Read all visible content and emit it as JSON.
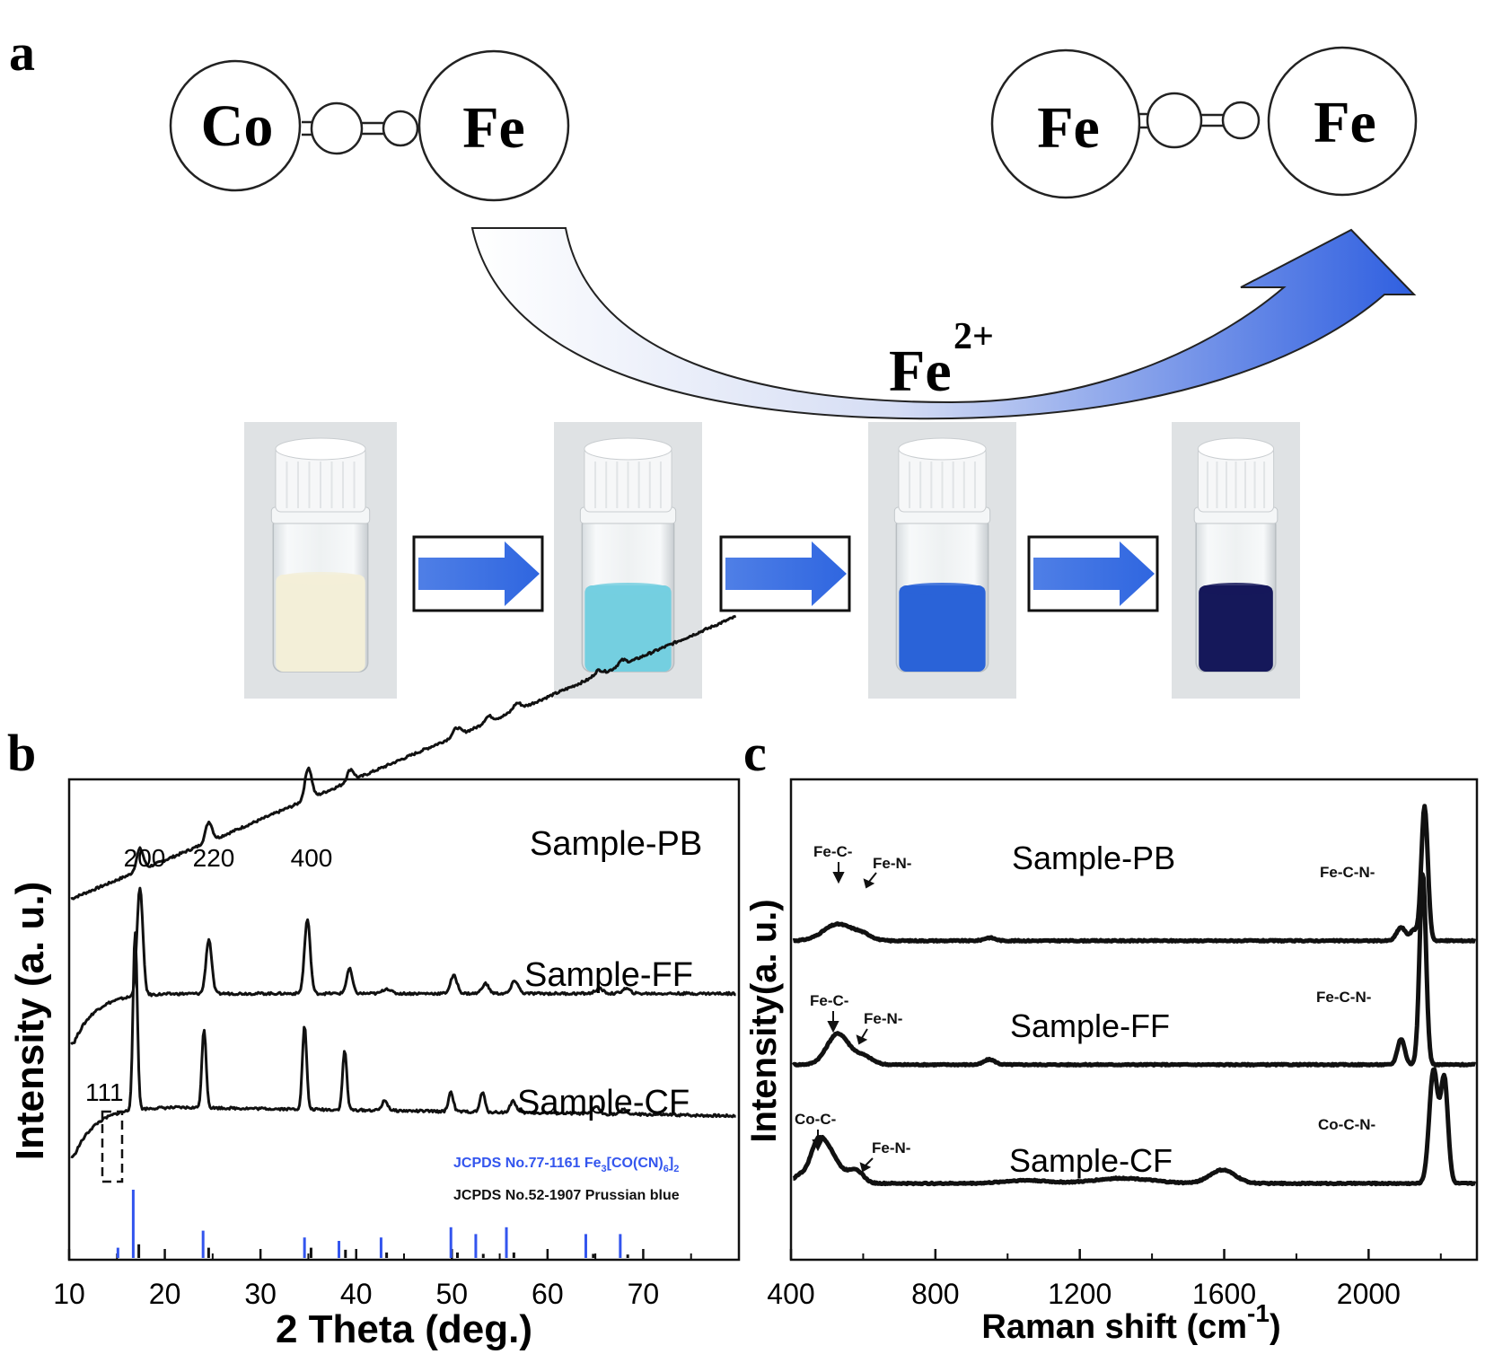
{
  "panel_labels": {
    "a": "a",
    "b": "b",
    "c": "c"
  },
  "scheme": {
    "left_pair": [
      "Co",
      "Fe"
    ],
    "right_pair": [
      "Fe",
      "Fe"
    ],
    "ion_base": "Fe",
    "ion_charge": "2+"
  },
  "vials": [
    {
      "liquid_color": "#f3efd8",
      "tone": "cream"
    },
    {
      "liquid_color": "#74cfe0",
      "tone": "light-blue"
    },
    {
      "liquid_color": "#2a63d8",
      "tone": "blue"
    },
    {
      "liquid_color": "#15185a",
      "tone": "dark-navy"
    }
  ],
  "colors": {
    "arrow_blue": "#3d6fe0",
    "reference_blue": "#3355ee",
    "trace": "#111111"
  },
  "chart_data": [
    {
      "type": "line",
      "xlabel": "2 Theta (deg.)",
      "ylabel": "Intensity (a. u.)",
      "xlim": [
        10,
        80
      ],
      "xticks": [
        10,
        20,
        30,
        40,
        50,
        60,
        70
      ],
      "grid": false,
      "series": [
        {
          "name": "Sample-PB",
          "offset": 2.6,
          "slope": 0.004,
          "baseline": 0.0,
          "peaks": [
            [
              17.4,
              0.22,
              0.35
            ],
            [
              24.6,
              0.2,
              0.35
            ],
            [
              35.0,
              0.32,
              0.35
            ],
            [
              39.4,
              0.12,
              0.35
            ],
            [
              50.5,
              0.08,
              0.4
            ],
            [
              53.8,
              0.06,
              0.4
            ],
            [
              56.8,
              0.07,
              0.4
            ],
            [
              65.3,
              0.05,
              0.4
            ],
            [
              67.8,
              0.05,
              0.4
            ]
          ]
        },
        {
          "name": "Sample-FF",
          "offset": 1.15,
          "slope": 0.0,
          "baseline": 0.5,
          "peaks": [
            [
              17.4,
              1.1,
              0.3
            ],
            [
              24.6,
              0.55,
              0.3
            ],
            [
              34.9,
              0.75,
              0.3
            ],
            [
              39.3,
              0.25,
              0.3
            ],
            [
              43.2,
              0.05,
              0.4
            ],
            [
              50.2,
              0.18,
              0.35
            ],
            [
              53.5,
              0.1,
              0.35
            ],
            [
              56.6,
              0.13,
              0.35
            ],
            [
              65.4,
              0.05,
              0.4
            ],
            [
              68.2,
              0.05,
              0.4
            ]
          ]
        },
        {
          "name": "Sample-CF",
          "offset": 0.0,
          "slope": 0.0,
          "baseline": 0.5,
          "peaks": [
            [
              16.9,
              1.8,
              0.22
            ],
            [
              24.1,
              0.8,
              0.22
            ],
            [
              34.6,
              0.85,
              0.22
            ],
            [
              38.8,
              0.6,
              0.22
            ],
            [
              43.0,
              0.1,
              0.3
            ],
            [
              49.9,
              0.2,
              0.25
            ],
            [
              53.2,
              0.2,
              0.25
            ],
            [
              56.4,
              0.12,
              0.3
            ],
            [
              65.1,
              0.08,
              0.3
            ],
            [
              68.0,
              0.05,
              0.3
            ]
          ]
        }
      ],
      "peak_labels": [
        {
          "text": "200",
          "x": 17.6
        },
        {
          "text": "220",
          "x": 24.9
        },
        {
          "text": "400",
          "x": 35.3
        }
      ],
      "inset_label": "111",
      "reference_legend": [
        {
          "text": "JCPDS No.77-1161 Fe",
          "sub": "3",
          "mid": "[CO(CN)",
          "sub2": "6",
          "tail": "]",
          "sub3": "2",
          "color": "#3355ee"
        },
        {
          "text": "JCPDS No.52-1907 Prussian blue",
          "color": "#111111"
        }
      ],
      "reference_blue": [
        [
          15.1,
          0.15
        ],
        [
          16.7,
          1.0
        ],
        [
          24.0,
          0.4
        ],
        [
          34.6,
          0.3
        ],
        [
          38.2,
          0.25
        ],
        [
          42.6,
          0.3
        ],
        [
          49.9,
          0.45
        ],
        [
          52.5,
          0.35
        ],
        [
          55.7,
          0.45
        ],
        [
          64.0,
          0.35
        ],
        [
          67.6,
          0.35
        ]
      ],
      "reference_black": [
        [
          17.0,
          0.2
        ],
        [
          24.3,
          0.15
        ],
        [
          35.0,
          0.15
        ],
        [
          38.6,
          0.12
        ],
        [
          42.9,
          0.08
        ],
        [
          50.3,
          0.08
        ],
        [
          53.0,
          0.06
        ],
        [
          56.2,
          0.08
        ],
        [
          64.5,
          0.06
        ],
        [
          68.1,
          0.05
        ]
      ]
    },
    {
      "type": "line",
      "xlabel": "Raman shift (cm",
      "xlabel_sup": "-1",
      "xlabel_tail": ")",
      "ylabel": "Intensity(a. u.)",
      "xlim": [
        400,
        2300
      ],
      "xticks": [
        400,
        800,
        1200,
        1600,
        2000
      ],
      "grid": false,
      "series": [
        {
          "name": "Sample-PB",
          "offset": 2.35,
          "peaks": [
            [
              530,
              0.16,
              40
            ],
            [
              600,
              0.05,
              25
            ],
            [
              950,
              0.03,
              15
            ],
            [
              2090,
              0.13,
              12
            ],
            [
              2125,
              0.1,
              10
            ],
            [
              2155,
              1.3,
              9
            ]
          ]
        },
        {
          "name": "Sample-FF",
          "offset": 1.15,
          "peaks": [
            [
              530,
              0.3,
              30
            ],
            [
              600,
              0.08,
              25
            ],
            [
              950,
              0.05,
              15
            ],
            [
              2090,
              0.25,
              10
            ],
            [
              2150,
              1.85,
              9
            ]
          ]
        },
        {
          "name": "Sample-CF",
          "offset": 0.0,
          "peaks": [
            [
              480,
              0.45,
              25
            ],
            [
              580,
              0.12,
              20
            ],
            [
              1050,
              0.03,
              60
            ],
            [
              1320,
              0.05,
              80
            ],
            [
              1595,
              0.13,
              35
            ],
            [
              2180,
              1.1,
              12
            ],
            [
              2210,
              1.0,
              10
            ]
          ]
        }
      ],
      "annotations": [
        {
          "text": "Fe-C-",
          "series": 0
        },
        {
          "text": "Fe-N-",
          "series": 0
        },
        {
          "text": "Fe-C-N-",
          "series": 0
        },
        {
          "text": "Fe-C-",
          "series": 1
        },
        {
          "text": "Fe-N-",
          "series": 1
        },
        {
          "text": "Fe-C-N-",
          "series": 1
        },
        {
          "text": "Co-C-",
          "series": 2
        },
        {
          "text": "Fe-N-",
          "series": 2
        },
        {
          "text": "Co-C-N-",
          "series": 2
        }
      ]
    }
  ]
}
